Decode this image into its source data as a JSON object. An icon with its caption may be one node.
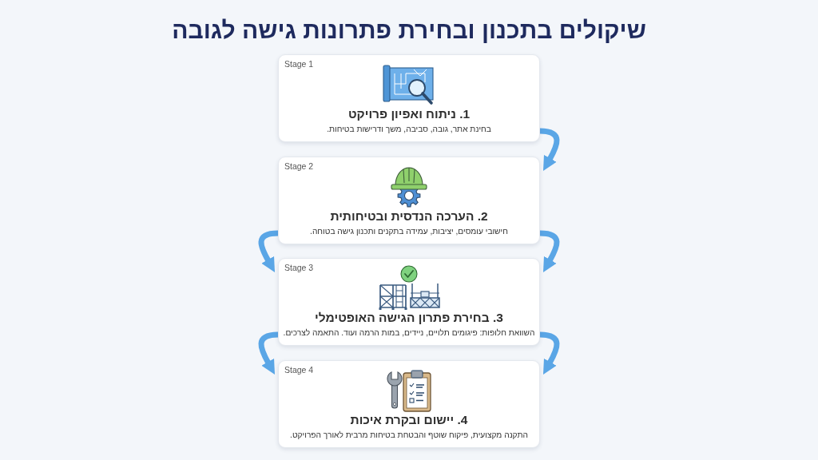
{
  "diagram": {
    "title": "שיקולים בתכנון ובחירת פתרונות גישה לגובה",
    "nodes": [
      {
        "text": [
          "Stage 1",
          "1. ניתוח ואפיון פרויקט",
          "בחינת אתר, גובה, סביבה, משך ודרישות בטיחות."
        ]
      },
      {
        "text": [
          "Stage 2",
          "2. הערכה הנדסית ובטיחותית",
          "חישובי עומסים, יציבות, עמידה בתקנים ותכנון גישה בטוחה."
        ]
      },
      {
        "text": [
          "Stage 3",
          "3. בחירת פתרון הגישה האופטימלי",
          "השוואת חלופות: פיגומים תלויים, ניידים, במות הרמה ועוד. התאמה לצרכים."
        ]
      },
      {
        "text": [
          "Stage 4",
          "4. יישום ובקרת איכות",
          "התקנה מקצועית, פיקוח שוטף והבטחת בטיחות מרבית לאורך הפרויקט."
        ]
      }
    ],
    "edges": [
      {
        "from": 0,
        "to": 1,
        "arrow": "to"
      },
      {
        "from": 1,
        "to": 2,
        "arrow": "to"
      },
      {
        "from": 1,
        "to": 2,
        "arrow": "to"
      },
      {
        "from": 2,
        "to": 3,
        "arrow": "to"
      },
      {
        "from": 2,
        "to": 3,
        "arrow": "to"
      }
    ]
  }
}
